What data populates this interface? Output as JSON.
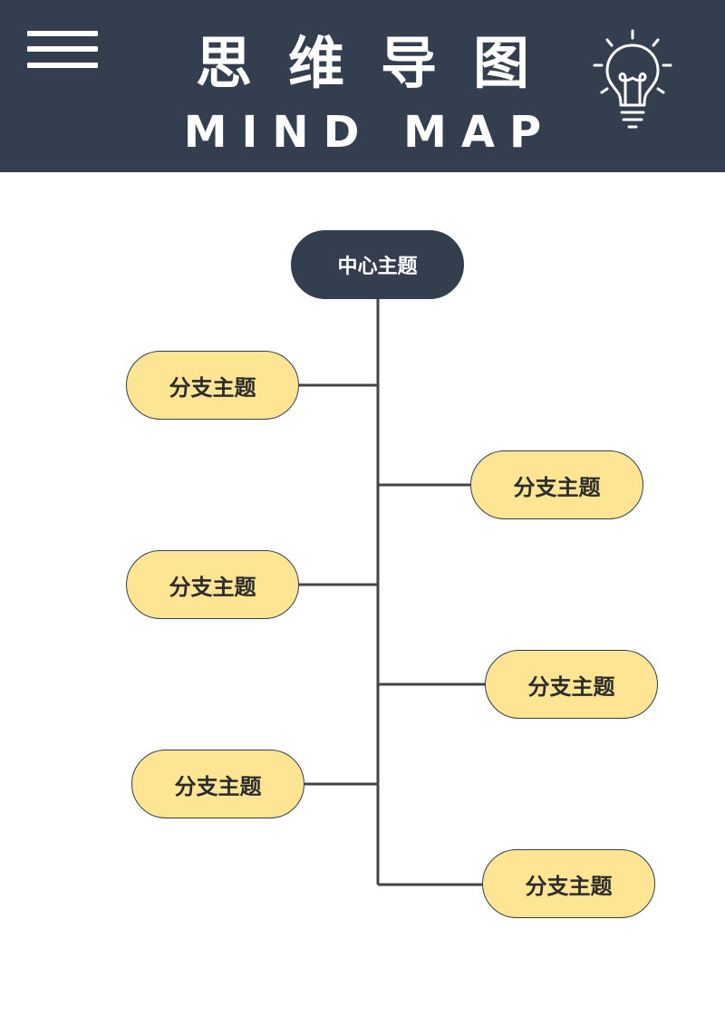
{
  "header": {
    "title_cn": "思维导图",
    "title_en": "MIND MAP",
    "menu_icon": "hamburger-menu-icon",
    "bulb_icon": "lightbulb-icon"
  },
  "colors": {
    "header_bg": "#333f4f",
    "center_node": "#333f4f",
    "branch_node": "#fde594",
    "connector": "#444444"
  },
  "mindmap": {
    "center": "中心主题",
    "branches": [
      {
        "label": "分支主题",
        "side": "left"
      },
      {
        "label": "分支主题",
        "side": "right"
      },
      {
        "label": "分支主题",
        "side": "left"
      },
      {
        "label": "分支主题",
        "side": "right"
      },
      {
        "label": "分支主题",
        "side": "left"
      },
      {
        "label": "分支主题",
        "side": "right"
      }
    ]
  }
}
